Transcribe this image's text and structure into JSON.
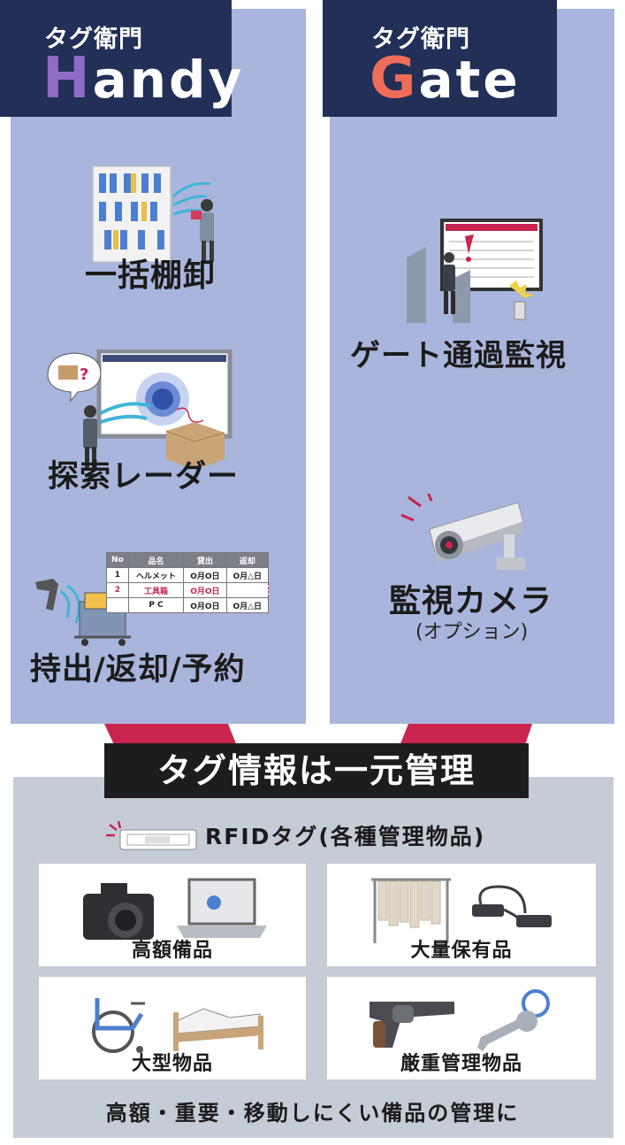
{
  "handy": {
    "tab_small": "タグ衛門",
    "tab_cap": "H",
    "tab_rest": "andy",
    "cap_color": "#8f6cc8",
    "features": [
      "一括棚卸",
      "探索レーダー",
      "持出/返却/予約"
    ],
    "table": {
      "headers": [
        "No",
        "品名",
        "貸出",
        "返却"
      ],
      "rows": [
        [
          "1",
          "ヘルメット",
          "O月O日",
          "O月△日"
        ],
        [
          "2",
          "工具箱",
          "O月O日",
          ""
        ],
        [
          "",
          "P C",
          "O月O日",
          "O月△日"
        ]
      ]
    }
  },
  "gate": {
    "tab_small": "タグ衛門",
    "tab_cap": "G",
    "tab_rest": "ate",
    "cap_color": "#ee6d58",
    "features": [
      "ゲート通過監視",
      "監視カメラ"
    ],
    "camera_sub": "(オプション)"
  },
  "bottom": {
    "title": "タグ情報は一元管理",
    "rfid_label": "RFIDタグ(各種管理物品)",
    "cards": [
      "高額備品",
      "大量保有品",
      "大型物品",
      "厳重管理物品"
    ],
    "footer": "高額・重要・移動しにくい備品の管理に"
  },
  "colors": {
    "column_bg": "#a9b5dc",
    "tab_bg": "#222f57",
    "accent": "#c8244e",
    "panel_bg": "#c6ccd6"
  },
  "icons": [
    "shelf-scan-icon",
    "radar-search-icon",
    "checkout-table-icon",
    "gate-monitor-icon",
    "security-camera-icon",
    "camera-laptop-icon",
    "clothes-rack-cables-icon",
    "wheelchair-bed-icon",
    "revolver-keys-icon",
    "rfid-tag-icon"
  ]
}
